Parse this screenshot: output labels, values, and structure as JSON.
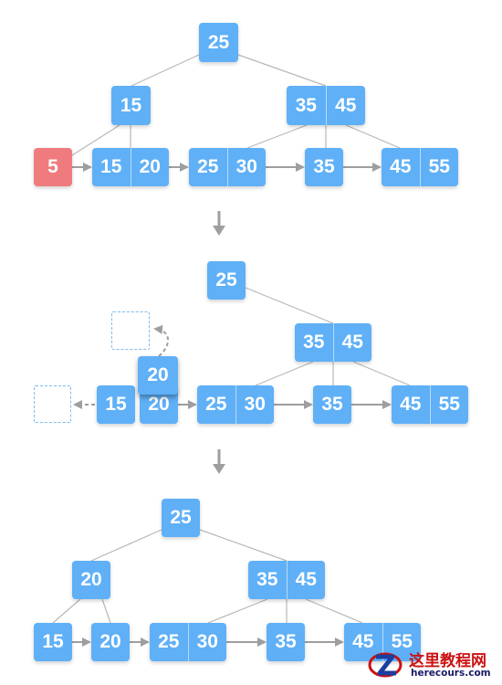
{
  "stages": [
    {
      "nodes": [
        {
          "id": "s1-root",
          "keys": [
            "25"
          ]
        },
        {
          "id": "s1-left",
          "keys": [
            "15"
          ]
        },
        {
          "id": "s1-right",
          "keys": [
            "35",
            "45"
          ]
        },
        {
          "id": "s1-leaf5",
          "keys": [
            "5"
          ],
          "highlight": "red"
        },
        {
          "id": "s1-leaf1520",
          "keys": [
            "15",
            "20"
          ]
        },
        {
          "id": "s1-leaf2530",
          "keys": [
            "25",
            "30"
          ]
        },
        {
          "id": "s1-leaf35",
          "keys": [
            "35"
          ]
        },
        {
          "id": "s1-leaf4555",
          "keys": [
            "45",
            "55"
          ]
        }
      ]
    },
    {
      "nodes": [
        {
          "id": "s2-root",
          "keys": [
            "25"
          ]
        },
        {
          "id": "s2-right",
          "keys": [
            "35",
            "45"
          ]
        },
        {
          "id": "s2-moving20",
          "keys": [
            "20"
          ]
        },
        {
          "id": "s2-leaf15",
          "keys": [
            "15"
          ]
        },
        {
          "id": "s2-leaf20",
          "keys": [
            "20"
          ]
        },
        {
          "id": "s2-leaf2530",
          "keys": [
            "25",
            "30"
          ]
        },
        {
          "id": "s2-leaf35",
          "keys": [
            "35"
          ]
        },
        {
          "id": "s2-leaf4555",
          "keys": [
            "45",
            "55"
          ]
        }
      ]
    },
    {
      "nodes": [
        {
          "id": "s3-root",
          "keys": [
            "25"
          ]
        },
        {
          "id": "s3-left",
          "keys": [
            "20"
          ]
        },
        {
          "id": "s3-right",
          "keys": [
            "35",
            "45"
          ]
        },
        {
          "id": "s3-leaf15",
          "keys": [
            "15"
          ]
        },
        {
          "id": "s3-leaf20",
          "keys": [
            "20"
          ]
        },
        {
          "id": "s3-leaf2530",
          "keys": [
            "25",
            "30"
          ]
        },
        {
          "id": "s3-leaf35",
          "keys": [
            "35"
          ]
        },
        {
          "id": "s3-leaf4555",
          "keys": [
            "45",
            "55"
          ]
        }
      ]
    }
  ],
  "colors": {
    "node": "#5fb0f7",
    "highlight": "#f07b7e",
    "edge": "#b8b8b8",
    "arrow": "#9e9e9e",
    "dashed": "#7cbcf1"
  },
  "watermark": {
    "title": "这里教程网",
    "url": "herecours.com"
  }
}
